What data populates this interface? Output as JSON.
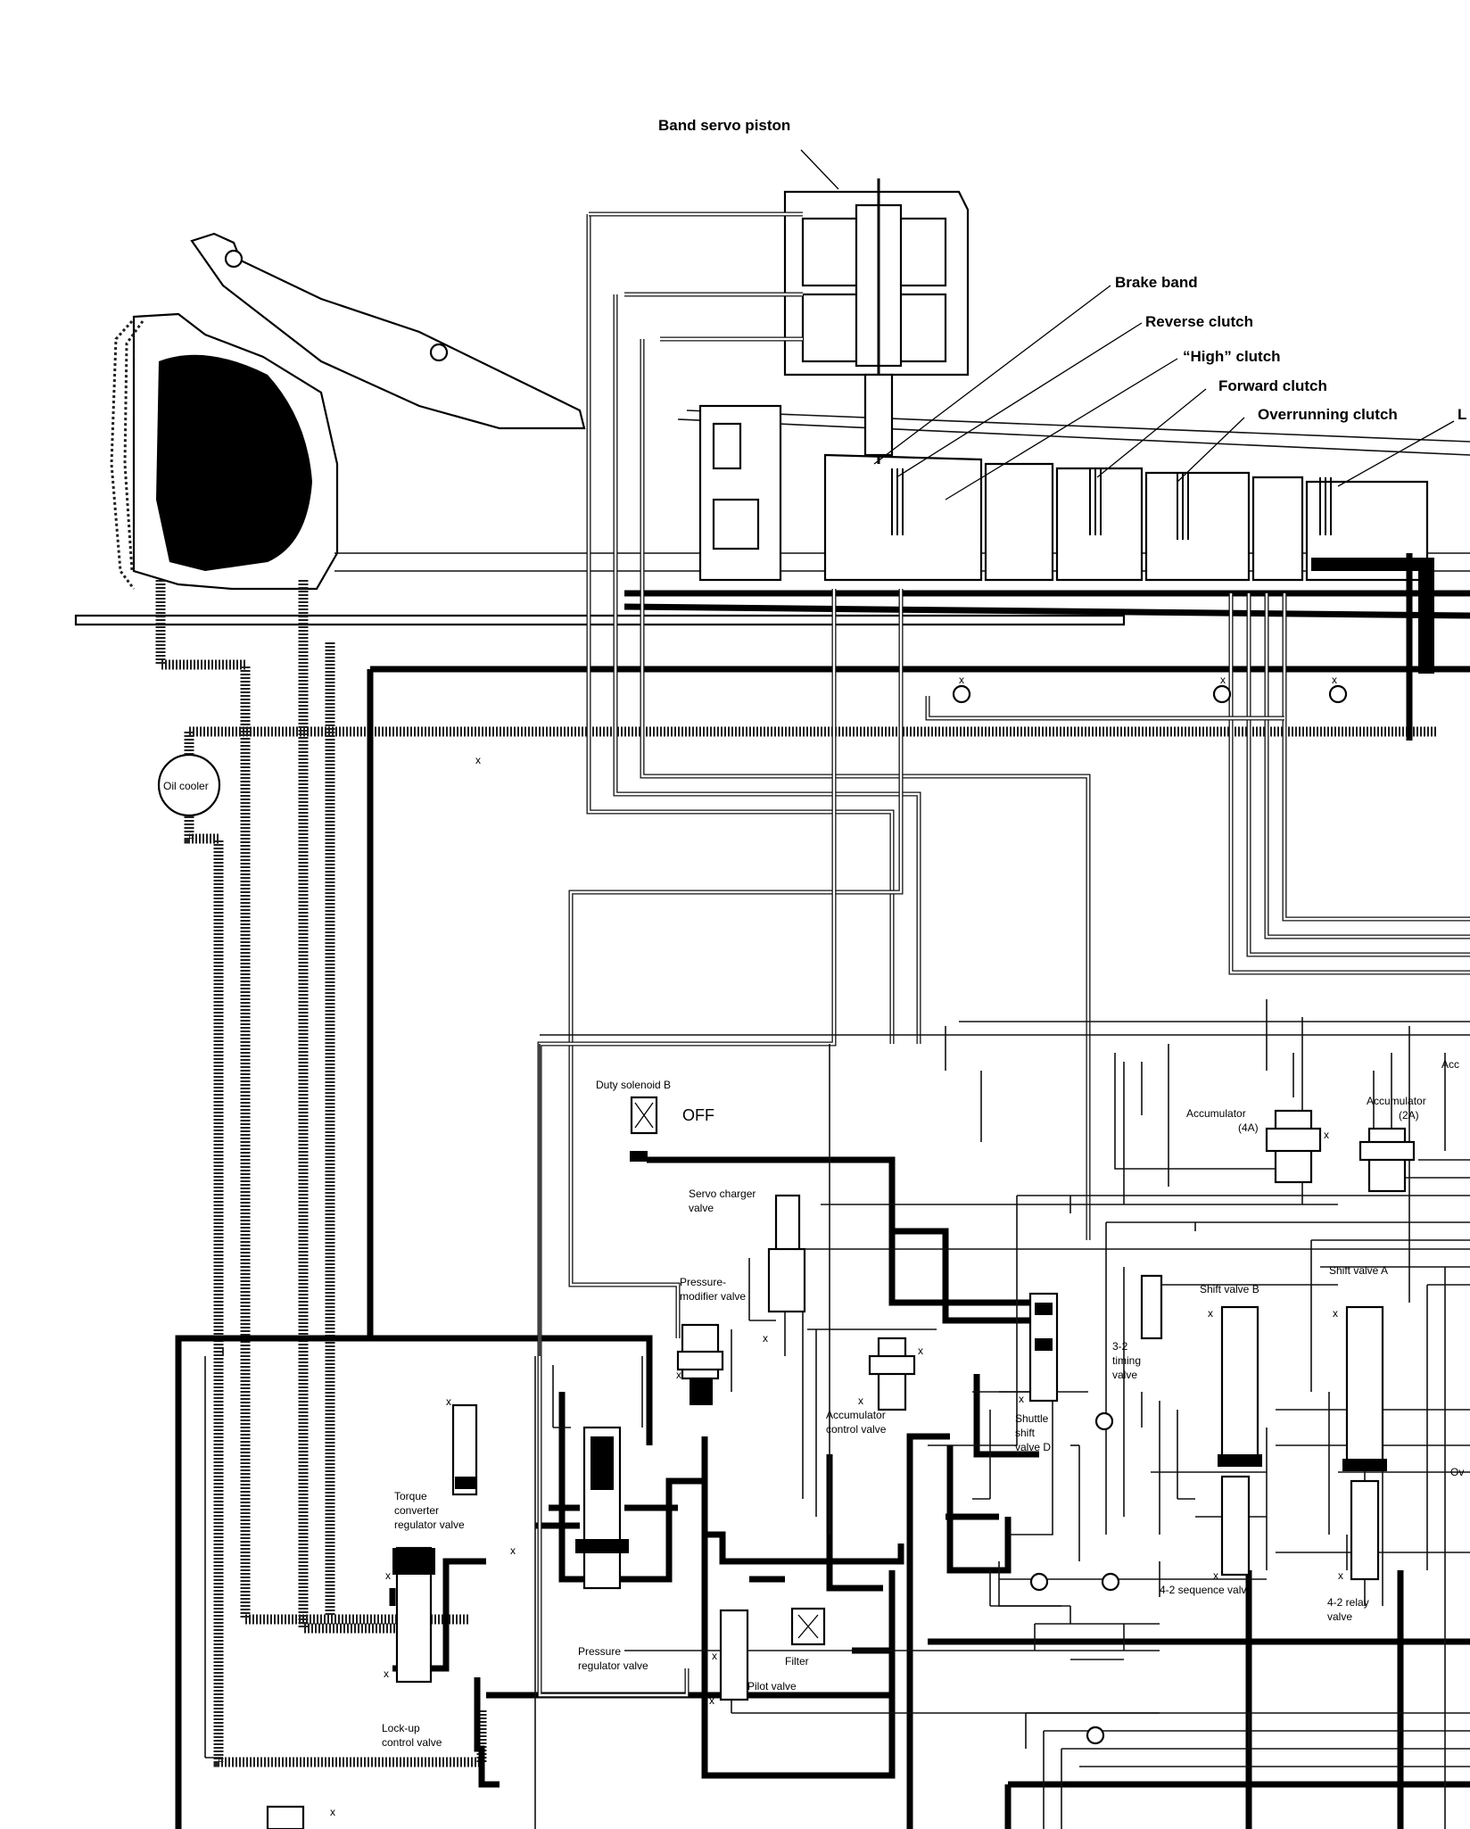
{
  "labels": {
    "band_servo_piston": "Band servo piston",
    "brake_band": "Brake band",
    "reverse_clutch": "Reverse clutch",
    "high_clutch": "“High” clutch",
    "forward_clutch": "Forward clutch",
    "overrunning_clutch": "Overrunning clutch",
    "edge_l": "L",
    "oil_cooler": "Oil cooler",
    "duty_solenoid_b": "Duty solenoid B",
    "solenoid_state": "OFF",
    "servo_charger_valve": [
      "Servo charger",
      "valve"
    ],
    "pressure_modifier_valve": [
      "Pressure-",
      "modifier valve"
    ],
    "accumulator_4a": [
      "Accumulator",
      "(4A)"
    ],
    "accumulator_2a": [
      "Accumulator",
      "(2A)"
    ],
    "edge_acc": "Acc",
    "shift_valve_b": "Shift valve B",
    "shift_valve_a": "Shift valve A",
    "timing_valve_32": [
      "3-2",
      "timing",
      "valve"
    ],
    "accumulator_control_valve": [
      "Accumulator",
      "control valve"
    ],
    "shuttle_shift_valve_d": [
      "Shuttle",
      "shift",
      "valve D"
    ],
    "torque_converter_regulator_valve": [
      "Torque",
      "converter",
      "regulator valve"
    ],
    "pressure_regulator_valve": [
      "Pressure",
      "regulator valve"
    ],
    "filter": "Filter",
    "pilot_valve": "Pilot valve",
    "lockup_control_valve": [
      "Lock-up",
      "control valve"
    ],
    "sequence_valve_42": "4-2 sequence valve",
    "relay_valve_42": [
      "4-2 relay",
      "valve"
    ],
    "edge_ov": "Ov",
    "exhaust_mark": "x"
  }
}
